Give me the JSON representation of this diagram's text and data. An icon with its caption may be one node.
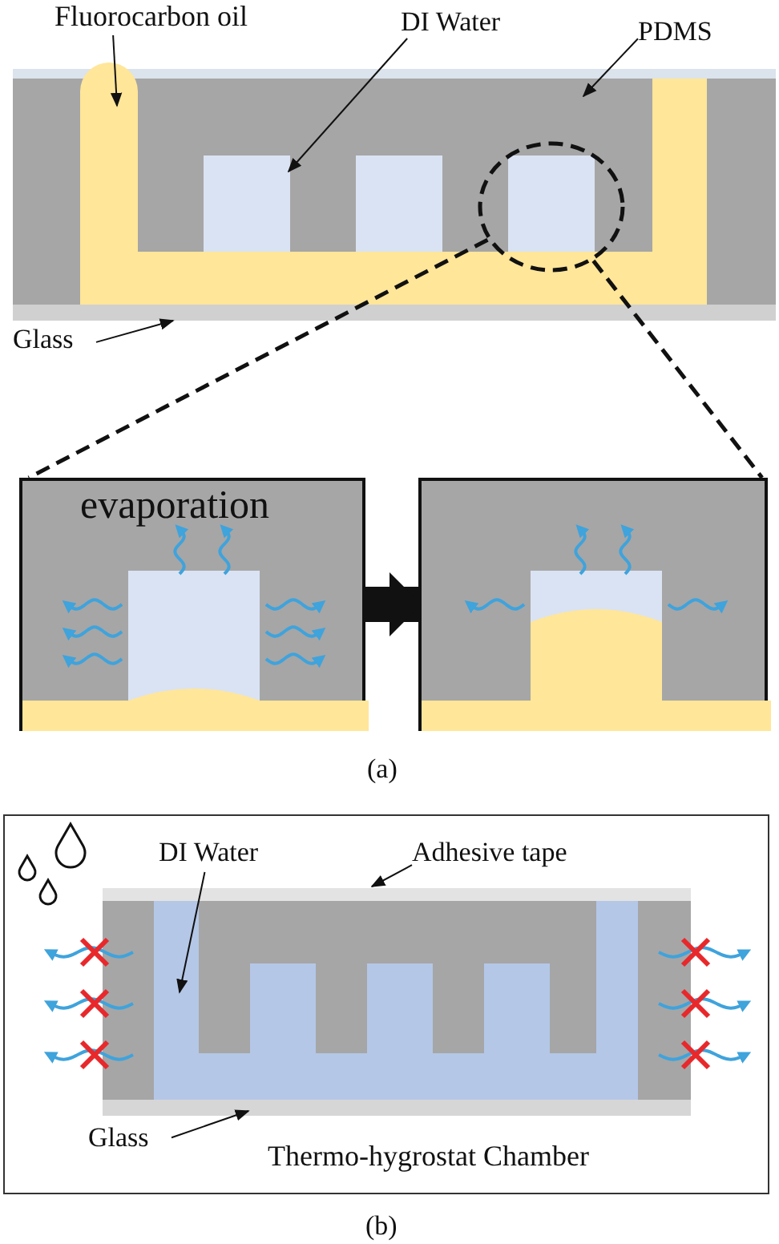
{
  "diagram": {
    "nodes": [
      {
        "text": [
          "Fluorocarbon oil"
        ]
      },
      {
        "text": [
          "DI Water"
        ]
      },
      {
        "text": [
          "PDMS"
        ]
      },
      {
        "text": [
          "Glass"
        ]
      },
      {
        "text": [],
        "shape": "circle"
      },
      {
        "text": [
          "evaporation"
        ]
      },
      {
        "text": [],
        "shape": "box"
      },
      {
        "text": [
          "Thermo-hygrostat Chamber"
        ]
      },
      {
        "text": [
          "DI Water"
        ],
        "in": 7
      },
      {
        "text": [
          "Adhesive tape"
        ],
        "in": 7
      },
      {
        "text": [
          "Glass"
        ],
        "in": 7
      }
    ],
    "edges": [
      {
        "from": 0,
        "to": null,
        "arrow": "to"
      },
      {
        "from": 1,
        "to": null,
        "arrow": "to"
      },
      {
        "from": 2,
        "to": null,
        "arrow": "to"
      },
      {
        "from": 3,
        "to": null,
        "arrow": "to"
      },
      {
        "from": 4,
        "to": 5,
        "arrow": "none",
        "style": "dashed"
      },
      {
        "from": 4,
        "to": 6,
        "arrow": "none",
        "style": "dashed"
      },
      {
        "from": 5,
        "to": 6,
        "arrow": "to",
        "style": "thick"
      },
      {
        "from": 8,
        "to": null,
        "arrow": "to"
      },
      {
        "from": 9,
        "to": null,
        "arrow": "to"
      },
      {
        "from": 10,
        "to": null,
        "arrow": "to"
      }
    ],
    "labels": [
      "(a)",
      "(b)"
    ]
  }
}
